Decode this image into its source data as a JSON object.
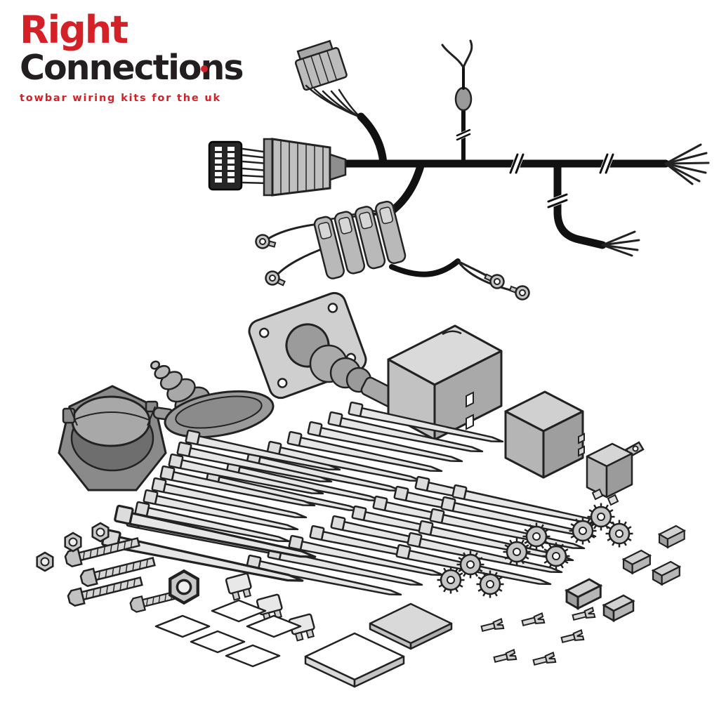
{
  "brand": {
    "line1": "Right",
    "line2": "Connections",
    "tagline": "towbar wiring kits for the uk"
  },
  "colors": {
    "brand_red": "#d42027",
    "ink": "#231f20",
    "part_gray": "#b8b8b8"
  },
  "illustration": {
    "parts": [
      "wiring-harness",
      "vehicle-connector",
      "multi-pin-connector",
      "module-plug",
      "bulkhead-wire-grommet",
      "fuse-holders",
      "ring-terminals",
      "towbar-socket",
      "sealing-grommet",
      "rubber-cap",
      "bulkhead-socket",
      "electronics-module-large",
      "electronics-module-small",
      "relay",
      "cable-ties",
      "bolts",
      "hex-nuts",
      "blade-fuses",
      "foam-pads",
      "adhesive-pad-large",
      "adhesive-pad-small",
      "terminal-strips",
      "connector-blocks",
      "crimp-terminals"
    ]
  }
}
